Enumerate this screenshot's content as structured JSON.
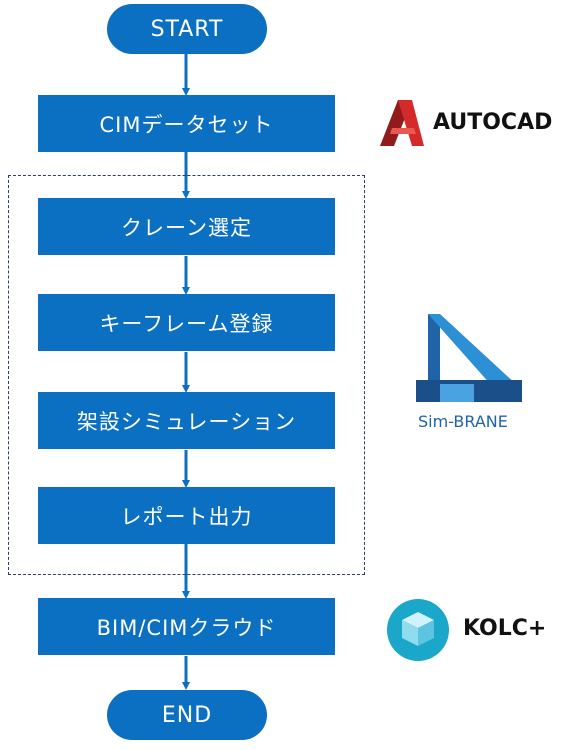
{
  "flow": {
    "start": "START",
    "end": "END",
    "steps": [
      "CIMデータセット",
      "クレーン選定",
      "キーフレーム登録",
      "架設シミュレーション",
      "レポート出力",
      "BIM/CIMクラウド"
    ]
  },
  "logos": {
    "autocad": {
      "text": "AUTOCAD",
      "icon": "autocad-a-icon"
    },
    "simbrane": {
      "text": "Sim-BRANE",
      "icon": "simbrane-bridge-icon"
    },
    "kolc": {
      "text": "KOLC+",
      "icon": "kolc-cube-icon"
    }
  },
  "colors": {
    "box_fill": "#0b6fc2",
    "box_text": "#ffffff",
    "dashed_border": "#2b3f60",
    "autocad_red": "#d42a2a",
    "simbrane_blue": "#1f64a8",
    "kolc_teal": "#1aa7c9"
  }
}
